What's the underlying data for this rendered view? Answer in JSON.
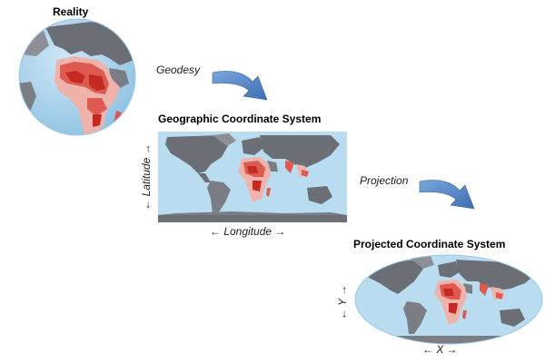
{
  "figure": {
    "reality": {
      "title": "Reality"
    },
    "geodesy": {
      "label": "Geodesy"
    },
    "geographic": {
      "title": "Geographic Coordinate System",
      "x_axis": "← Longitude →",
      "y_axis": "← Latitude →"
    },
    "projection": {
      "label": "Projection"
    },
    "projected": {
      "title": "Projected Coordinate System",
      "x_axis": "← X →",
      "y_axis": "← Y →"
    }
  },
  "colors": {
    "ocean": "#b9dcf0",
    "ocean_dark": "#9ccbe6",
    "land": "#6b6e74",
    "land_light": "#8c8f95",
    "highlight_dark": "#c42a22",
    "highlight_mid": "#dd5a50",
    "highlight_light": "#f0b3ac",
    "arrow": "#4a7fc1"
  }
}
